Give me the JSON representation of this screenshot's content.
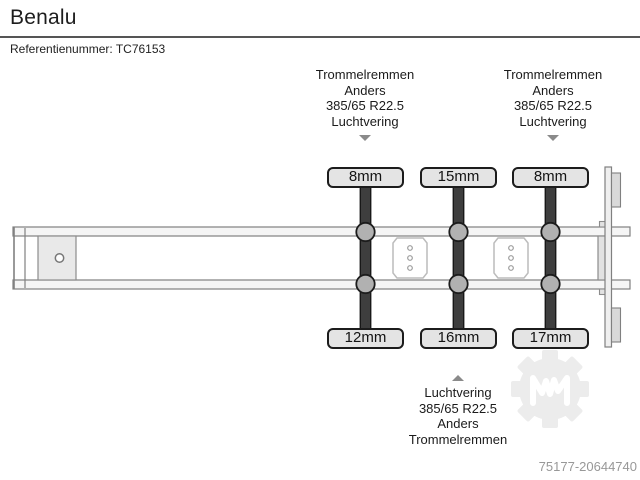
{
  "header": {
    "title": "Benalu",
    "reference": "Referentienummer: TC76153"
  },
  "annotations": {
    "axle1_top": {
      "lines": [
        "Trommelremmen",
        "Anders",
        "385/65 R22.5",
        "Luchtvering"
      ]
    },
    "axle3_top": {
      "lines": [
        "Trommelremmen",
        "Anders",
        "385/65 R22.5",
        "Luchtvering"
      ]
    },
    "axle2_bottom": {
      "lines": [
        "Luchtvering",
        "385/65 R22.5",
        "Anders",
        "Trommelremmen"
      ]
    }
  },
  "brake_lining_labels": {
    "top": [
      "8mm",
      "15mm",
      "8mm"
    ],
    "bottom": [
      "12mm",
      "16mm",
      "17mm"
    ]
  },
  "footer": {
    "listing_id": "75177-20644740"
  },
  "icons": {
    "arrow_down": "arrow-down-icon",
    "arrow_up": "arrow-up-icon",
    "watermark": "gear-logo-watermark"
  },
  "colors": {
    "label_fill": "#e4e4e4",
    "label_border": "#1c1c1c",
    "axle_bar": "#3e3e3e",
    "axle_hub": "#b1b1b1",
    "rail_fill": "#f5f5f5",
    "rail_stroke": "#808080",
    "annotation_arrow": "#8a8a8a",
    "watermark": "#ececec",
    "footer_text": "#989898",
    "divider": "#555555"
  }
}
